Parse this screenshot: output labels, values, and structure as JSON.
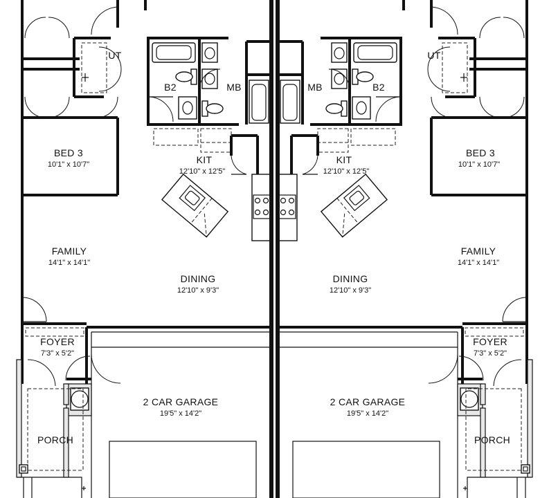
{
  "rooms": {
    "ut_left": "UT",
    "ut_right": "UT",
    "b2_left": "B2",
    "b2_right": "B2",
    "mb_left": "MB",
    "mb_right": "MB",
    "bed3_left": {
      "name": "BED 3",
      "dim": "10'1\" x 10'7\""
    },
    "bed3_right": {
      "name": "BED 3",
      "dim": "10'1\" x 10'7\""
    },
    "kit_left": {
      "name": "KIT",
      "dim": "12'10\" x 12'5\""
    },
    "kit_right": {
      "name": "KIT",
      "dim": "12'10\" x 12'5\""
    },
    "family_left": {
      "name": "FAMILY",
      "dim": "14'1\" x 14'1\""
    },
    "family_right": {
      "name": "FAMILY",
      "dim": "14'1\" x 14'1\""
    },
    "dining_left": {
      "name": "DINING",
      "dim": "12'10\" x 9'3\""
    },
    "dining_right": {
      "name": "DINING",
      "dim": "12'10\" x 9'3\""
    },
    "foyer_left": {
      "name": "FOYER",
      "dim": "7'3\" x 5'2\""
    },
    "foyer_right": {
      "name": "FOYER",
      "dim": "7'3\" x 5'2\""
    },
    "garage_left": {
      "name": "2 CAR GARAGE",
      "dim": "19'5\" x 14'2\""
    },
    "garage_right": {
      "name": "2 CAR GARAGE",
      "dim": "19'5\" x 14'2\""
    },
    "porch_left": "PORCH",
    "porch_right": "PORCH"
  }
}
